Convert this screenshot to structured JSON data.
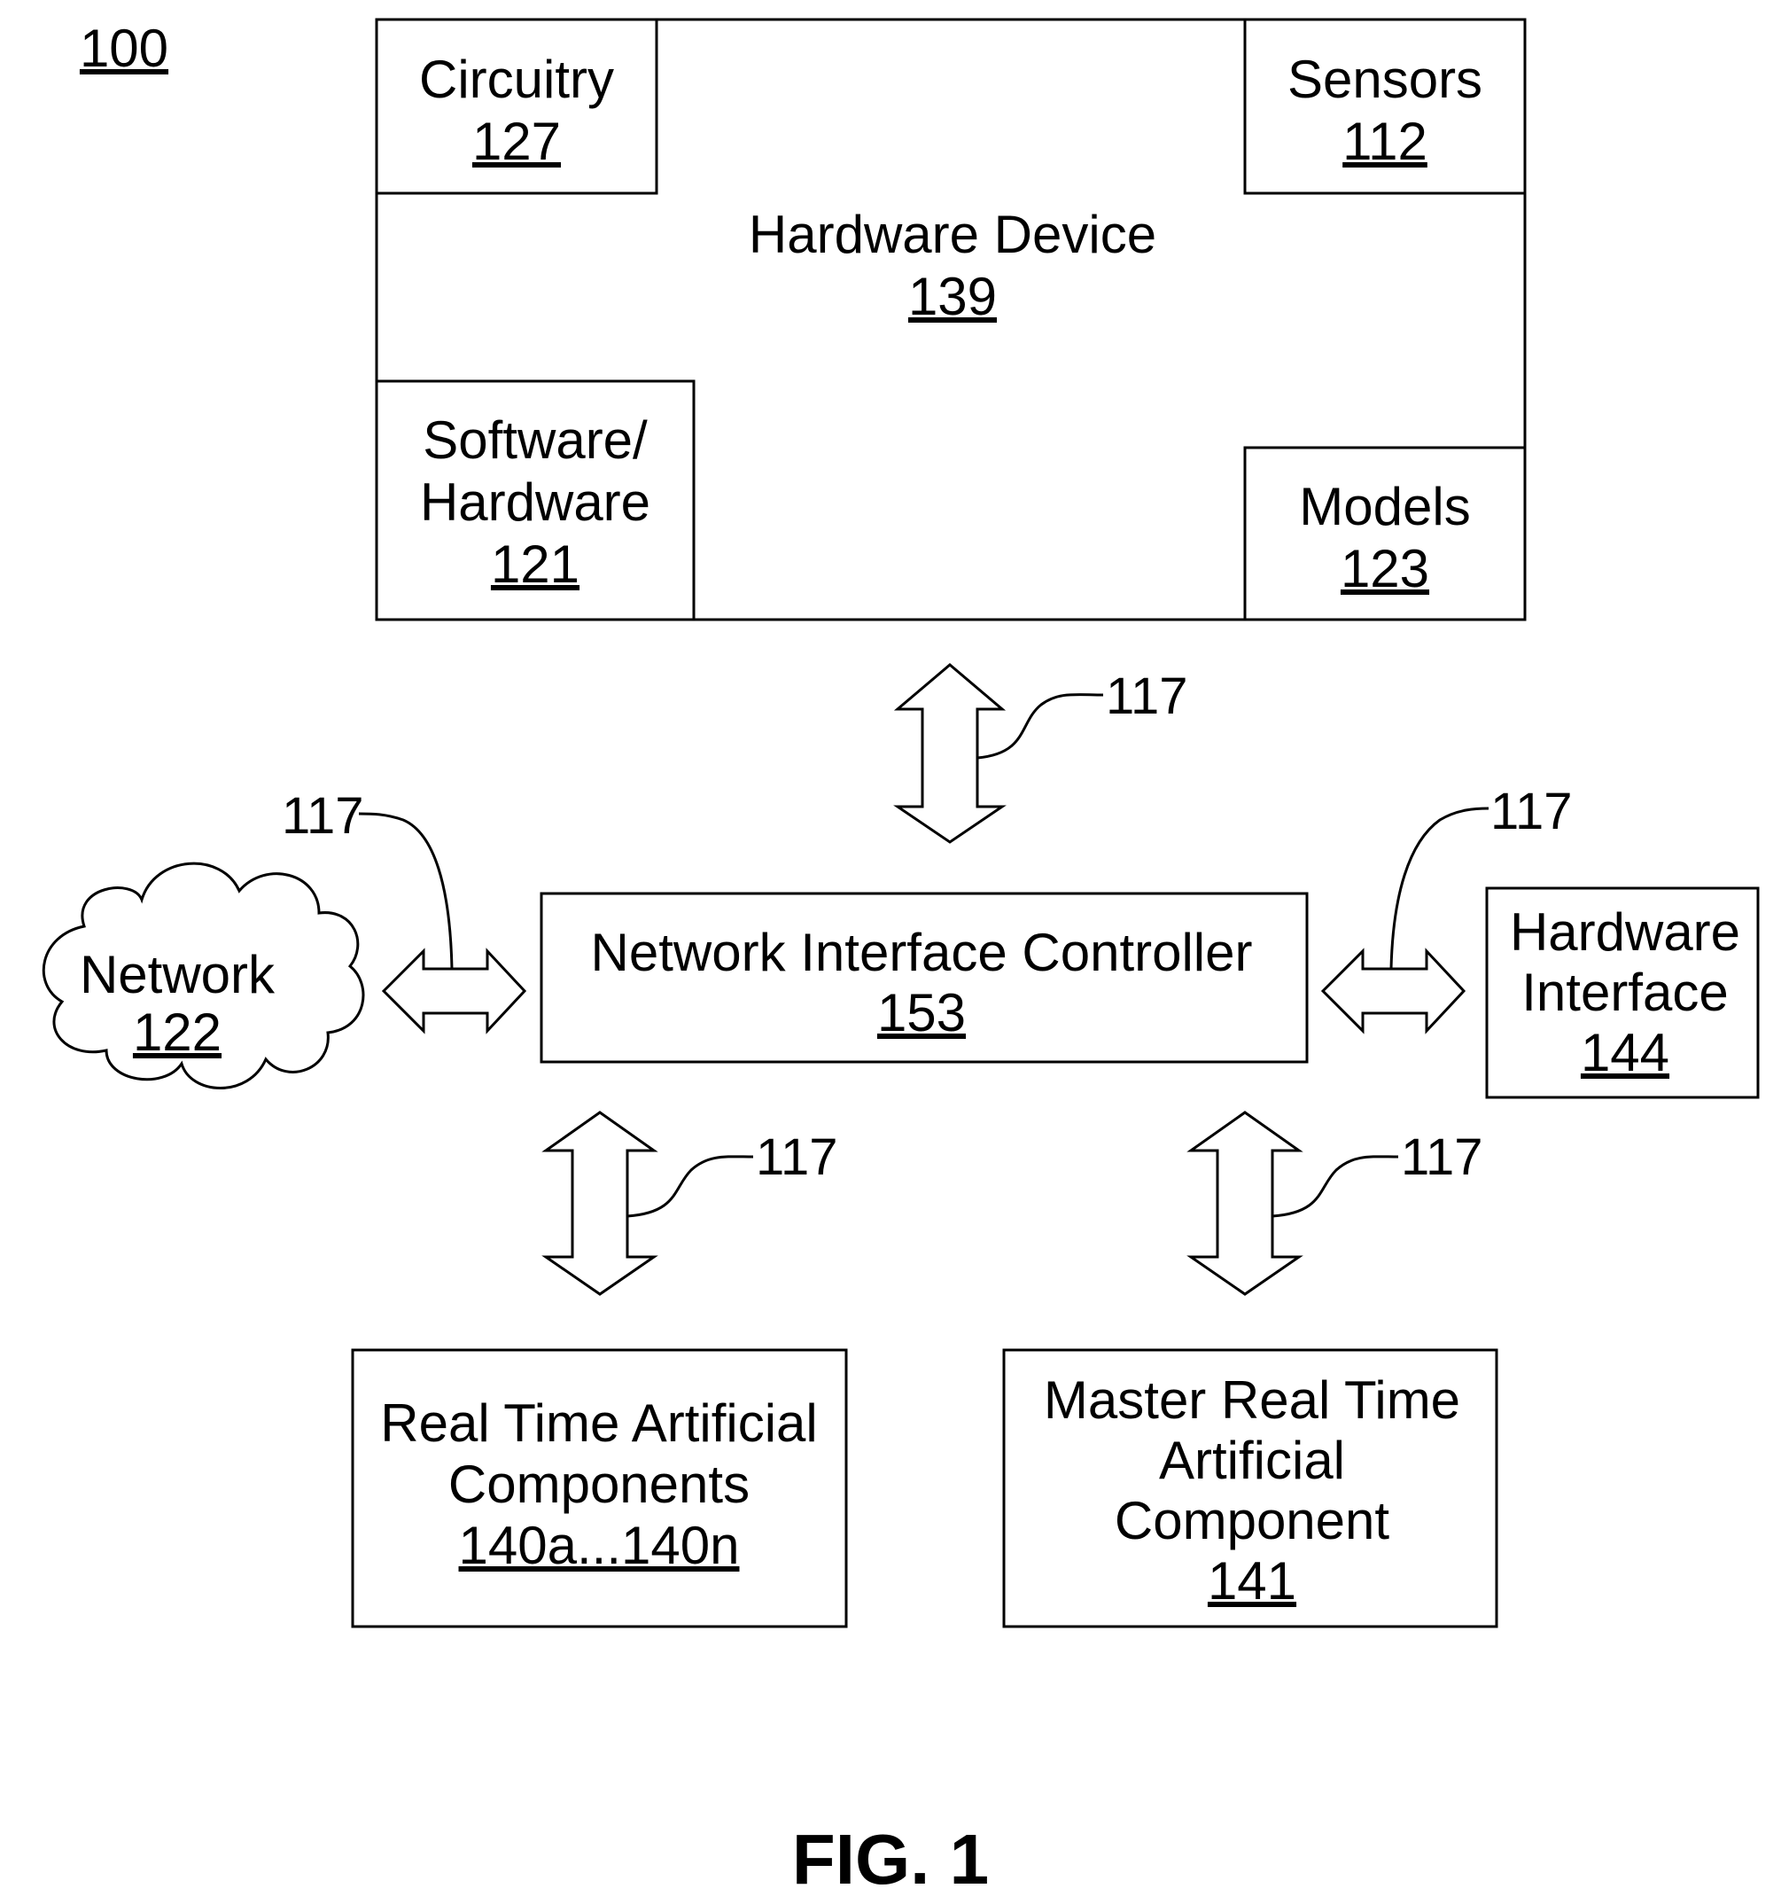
{
  "figure_ref": "100",
  "figure_caption": "FIG. 1",
  "hardware_device": {
    "label": "Hardware Device",
    "ref": "139",
    "circuitry": {
      "label": "Circuitry",
      "ref": "127"
    },
    "sensors": {
      "label": "Sensors",
      "ref": "112"
    },
    "software_hardware": {
      "label_line1": "Software/",
      "label_line2": "Hardware",
      "ref": "121"
    },
    "models": {
      "label": "Models",
      "ref": "123"
    }
  },
  "network": {
    "label": "Network",
    "ref": "122"
  },
  "nic": {
    "label": "Network Interface Controller",
    "ref": "153"
  },
  "hardware_interface": {
    "label_line1": "Hardware",
    "label_line2": "Interface",
    "ref": "144"
  },
  "rt_components": {
    "label_line1": "Real Time Artificial",
    "label_line2": "Components",
    "ref": "140a...140n"
  },
  "master_component": {
    "label_line1": "Master Real Time",
    "label_line2": "Artificial",
    "label_line3": "Component",
    "ref": "141"
  },
  "connections": [
    {
      "ref": "117"
    },
    {
      "ref": "117"
    },
    {
      "ref": "117"
    },
    {
      "ref": "117"
    },
    {
      "ref": "117"
    }
  ]
}
